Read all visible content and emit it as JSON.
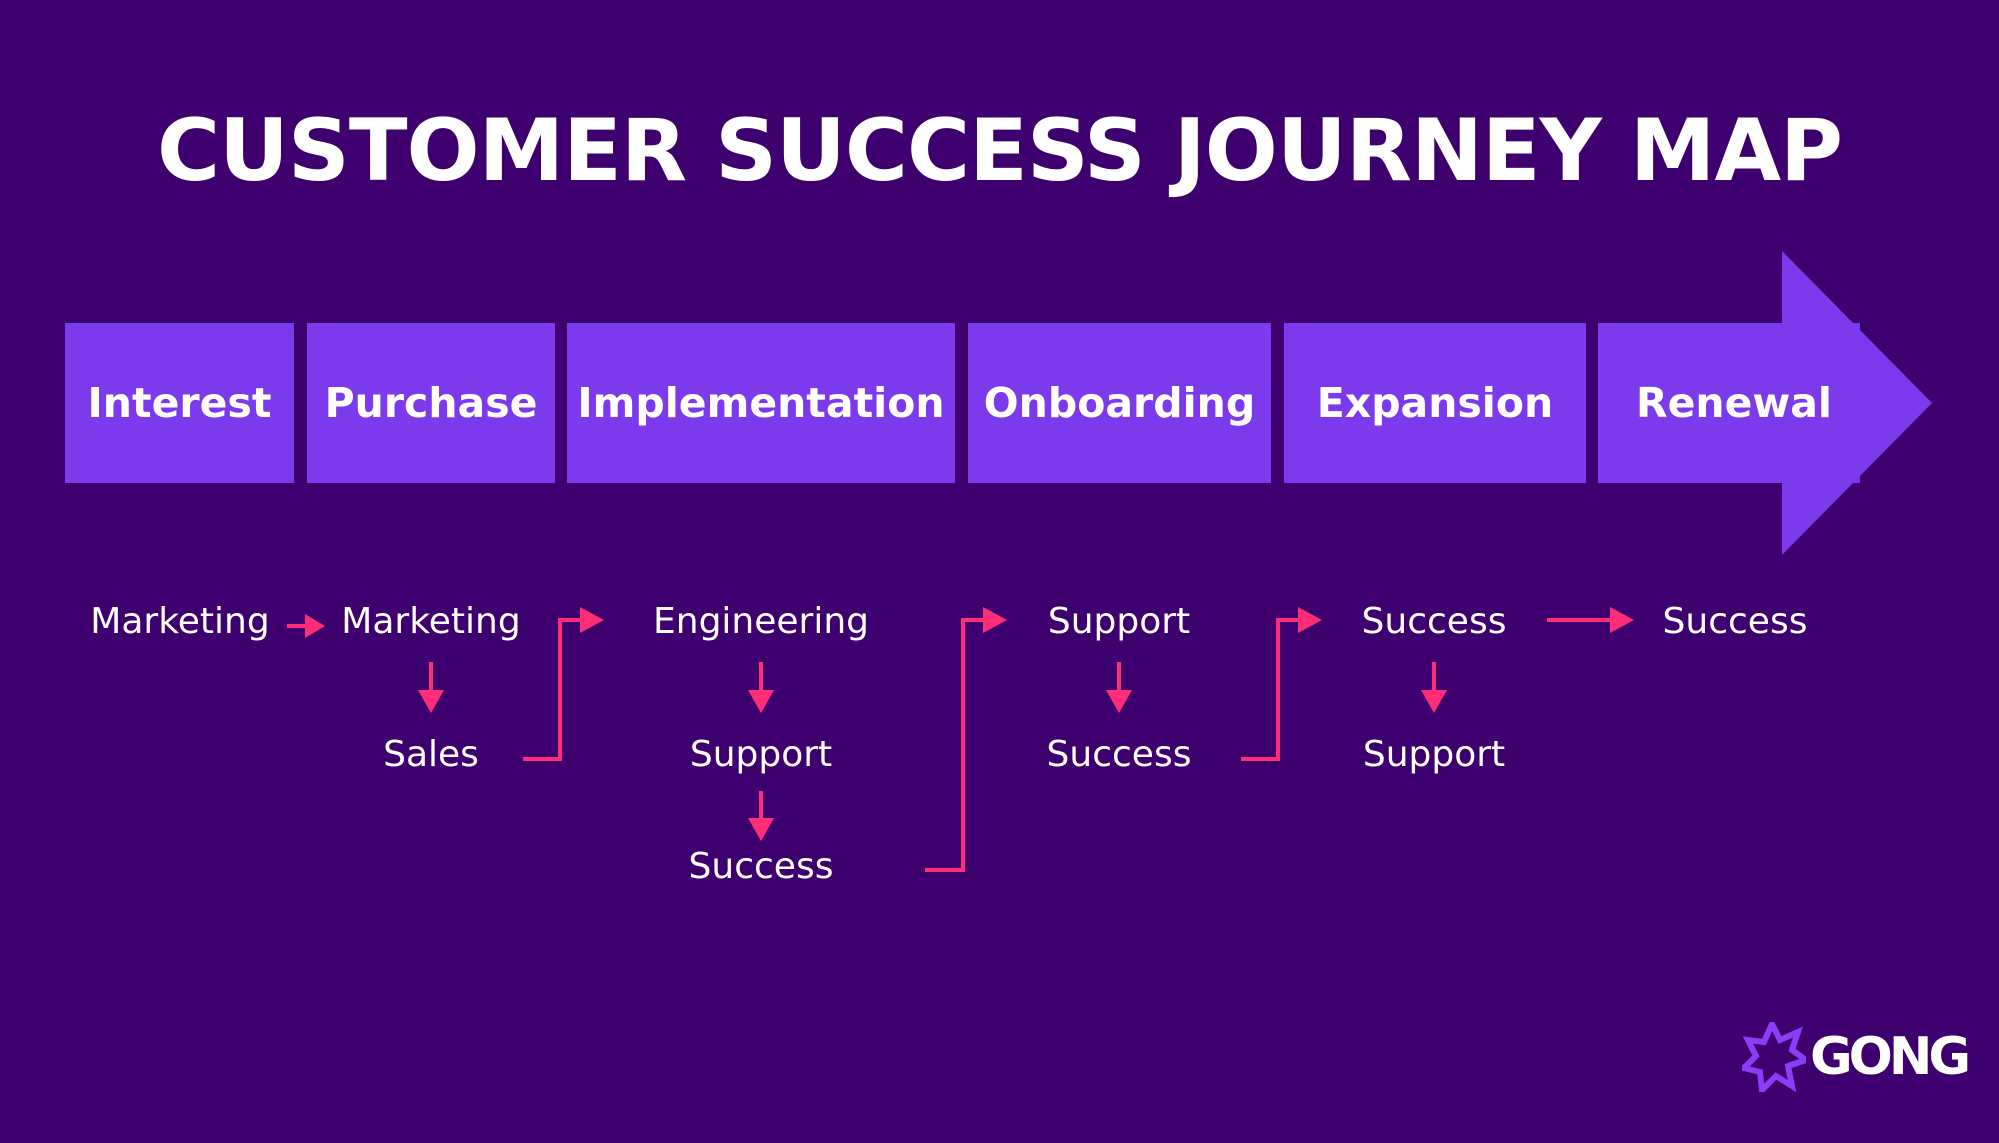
{
  "title": "CUSTOMER SUCCESS JOURNEY MAP",
  "stages": [
    "Interest",
    "Purchase",
    "Implementation",
    "Onboarding",
    "Expansion",
    "Renewal"
  ],
  "teams": {
    "interest": [
      "Marketing"
    ],
    "purchase": [
      "Marketing",
      "Sales"
    ],
    "implementation": [
      "Engineering",
      "Support",
      "Success"
    ],
    "onboarding": [
      "Support",
      "Success"
    ],
    "expansion": [
      "Success",
      "Support"
    ],
    "renewal": [
      "Success"
    ]
  },
  "logo": {
    "text": "GONG",
    "icon": "gong-burst-icon"
  },
  "colors": {
    "background": "#3d006e",
    "stage_fill": "#7c3aed",
    "arrow_connector": "#ff2d78",
    "text": "#ffffff",
    "logo_icon": "#8b3cf7"
  }
}
